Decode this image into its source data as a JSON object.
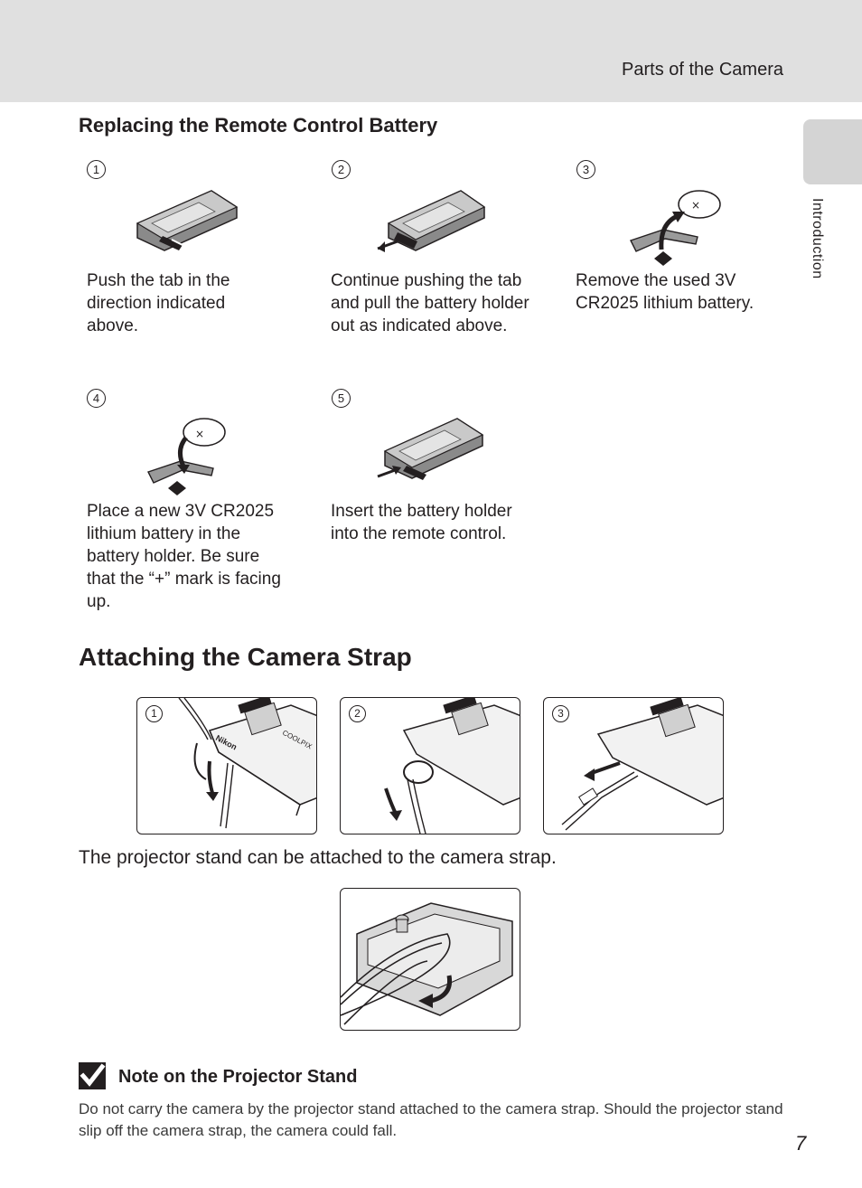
{
  "header": {
    "title": "Parts of the Camera"
  },
  "side_tab": {
    "label": "Introduction"
  },
  "remote_section": {
    "title": "Replacing the Remote Control Battery",
    "steps": [
      {
        "num": "1",
        "text": "Push the tab in the direction indicated above."
      },
      {
        "num": "2",
        "text": "Continue pushing the tab and pull the battery holder out as indicated above."
      },
      {
        "num": "3",
        "text": "Remove the used 3V CR2025 lithium battery."
      },
      {
        "num": "4",
        "text": "Place a new 3V CR2025 lithium battery in the battery holder. Be sure that the “+” mark is facing up."
      },
      {
        "num": "5",
        "text": "Insert the battery holder into the remote control."
      }
    ]
  },
  "strap_section": {
    "title": "Attaching the Camera Strap",
    "frames": [
      {
        "num": "1"
      },
      {
        "num": "2"
      },
      {
        "num": "3"
      }
    ],
    "camera_brand": "Nikon",
    "camera_model": "COOLPIX",
    "projector_text": "The projector stand can be attached to the camera strap."
  },
  "note": {
    "title": "Note on the Projector Stand",
    "body": "Do not carry the camera by the projector stand attached to the camera strap. Should the projector stand slip off the camera strap, the camera could fall."
  },
  "page_number": "7"
}
